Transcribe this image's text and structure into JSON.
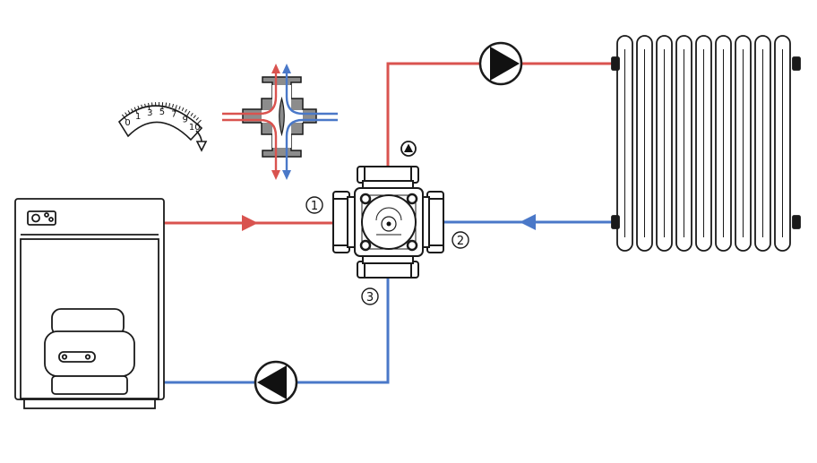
{
  "colors": {
    "hot_line": "#d9534f",
    "cold_line": "#4a78c8",
    "outline": "#1a1a1a",
    "valve_gray": "#8c8c8c",
    "background": "#ffffff"
  },
  "ports": {
    "port_1": "1",
    "port_2": "2",
    "port_3": "3"
  },
  "dial": {
    "scale": [
      "0",
      "1",
      "3",
      "5",
      "7",
      "9",
      "10"
    ]
  },
  "icons": {
    "boiler": "boiler-icon",
    "radiator": "radiator-icon",
    "pump": "pump-icon",
    "mixing_valve": "four-way-mixing-valve-icon",
    "valve_schematic": "valve-cross-section-icon",
    "dial": "rotary-dial-icon",
    "rotation_arrow": "rotation-arrow-icon",
    "flow_arrow": "flow-arrow-icon",
    "small_pump": "small-pump-icon"
  }
}
